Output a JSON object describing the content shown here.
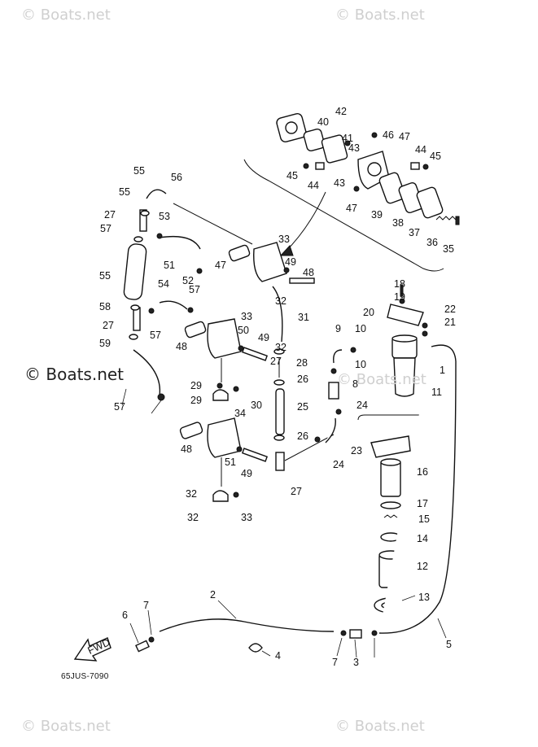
{
  "watermarks": {
    "top_left": "© Boats.net",
    "top_right": "© Boats.net",
    "middle_left": "© Boats.net",
    "middle_right": "© Boats.net",
    "bottom_left": "© Boats.net",
    "bottom_right": "© Boats.net"
  },
  "diagram_code": "65JUS-7090",
  "fwd_label": "FWD",
  "callouts": [
    "1",
    "2",
    "3",
    "4",
    "5",
    "6",
    "7",
    "7",
    "8",
    "9",
    "10",
    "10",
    "11",
    "12",
    "13",
    "14",
    "15",
    "16",
    "17",
    "18",
    "19",
    "20",
    "21",
    "22",
    "23",
    "24",
    "24",
    "25",
    "26",
    "26",
    "27",
    "27",
    "27",
    "27",
    "28",
    "29",
    "29",
    "30",
    "31",
    "32",
    "32",
    "32",
    "32",
    "33",
    "33",
    "33",
    "34",
    "35",
    "36",
    "37",
    "38",
    "39",
    "40",
    "41",
    "42",
    "43",
    "43",
    "44",
    "44",
    "45",
    "45",
    "46",
    "47",
    "47",
    "47",
    "48",
    "48",
    "48",
    "49",
    "49",
    "49",
    "50",
    "51",
    "51",
    "52",
    "53",
    "54",
    "55",
    "55",
    "55",
    "56",
    "57",
    "57",
    "57",
    "57",
    "58",
    "59"
  ]
}
